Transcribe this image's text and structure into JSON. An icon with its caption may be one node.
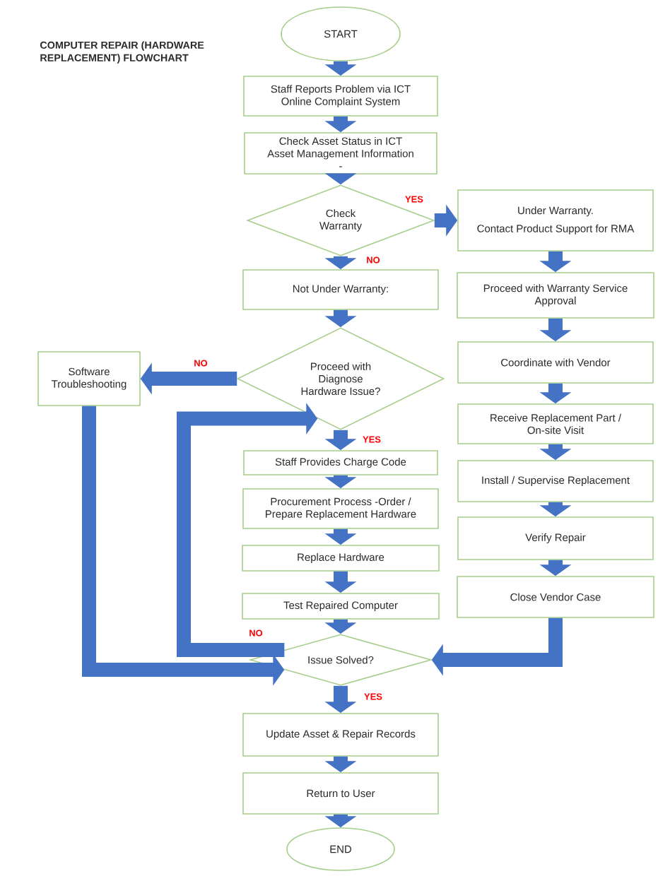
{
  "diagram": {
    "title": "COMPUTER REPAIR (HARDWARE REPLACEMENT) FLOWCHART",
    "nodes": [
      {
        "text": [
          "START"
        ]
      },
      {
        "text": [
          "Staff Reports Problem via ICT Online Complaint System"
        ]
      },
      {
        "text": [
          "Check Asset Status in ICT Asset Management Information",
          "-"
        ]
      },
      {
        "text": [
          "Check Warranty"
        ]
      },
      {
        "text": [
          "Under Warranty.",
          "Contact Product Support for RMA"
        ]
      },
      {
        "text": [
          "Not Under Warranty:"
        ]
      },
      {
        "text": [
          "Proceed with Diagnose Hardware Issue?"
        ]
      },
      {
        "text": [
          "Software Troubleshooting"
        ]
      },
      {
        "text": [
          "Staff Provides Charge Code"
        ]
      },
      {
        "text": [
          "Procurement Process -Order / Prepare Replacement Hardware"
        ]
      },
      {
        "text": [
          "Replace Hardware"
        ]
      },
      {
        "text": [
          "Test Repaired Computer"
        ]
      },
      {
        "text": [
          "Issue Solved?"
        ]
      },
      {
        "text": [
          "Update Asset & Repair Records"
        ]
      },
      {
        "text": [
          "Return to User"
        ]
      },
      {
        "text": [
          "END"
        ]
      },
      {
        "text": [
          "Proceed with Warranty Service Approval"
        ]
      },
      {
        "text": [
          "Coordinate with Vendor"
        ]
      },
      {
        "text": [
          "Receive Replacement Part / On-site Visit"
        ]
      },
      {
        "text": [
          "Install / Supervise Replacement"
        ]
      },
      {
        "text": [
          "Verify Repair"
        ]
      },
      {
        "text": [
          "Close Vendor Case"
        ]
      }
    ],
    "edges": [
      {
        "from": 0,
        "to": 1,
        "arrow": "to"
      },
      {
        "from": 1,
        "to": 2,
        "arrow": "to"
      },
      {
        "from": 2,
        "to": 3,
        "arrow": "to"
      },
      {
        "from": 3,
        "to": 4,
        "arrow": "to",
        "label": "YES"
      },
      {
        "from": 3,
        "to": 5,
        "arrow": "to",
        "label": "NO"
      },
      {
        "from": 5,
        "to": 6,
        "arrow": "to"
      },
      {
        "from": 6,
        "to": 7,
        "arrow": "to",
        "label": "NO"
      },
      {
        "from": 6,
        "to": 8,
        "arrow": "to",
        "label": "YES"
      },
      {
        "from": 8,
        "to": 9,
        "arrow": "to"
      },
      {
        "from": 9,
        "to": 10,
        "arrow": "to"
      },
      {
        "from": 10,
        "to": 11,
        "arrow": "to"
      },
      {
        "from": 11,
        "to": 12,
        "arrow": "to"
      },
      {
        "from": 12,
        "to": 13,
        "arrow": "to",
        "label": "YES"
      },
      {
        "from": 13,
        "to": 14,
        "arrow": "to"
      },
      {
        "from": 14,
        "to": 15,
        "arrow": "to"
      },
      {
        "from": 12,
        "to": 6,
        "arrow": "to",
        "label": "NO"
      },
      {
        "from": 4,
        "to": 16,
        "arrow": "to"
      },
      {
        "from": 16,
        "to": 17,
        "arrow": "to"
      },
      {
        "from": 17,
        "to": 18,
        "arrow": "to"
      },
      {
        "from": 18,
        "to": 19,
        "arrow": "to"
      },
      {
        "from": 19,
        "to": 20,
        "arrow": "to"
      },
      {
        "from": 20,
        "to": 21,
        "arrow": "to"
      },
      {
        "from": 21,
        "to": 12,
        "arrow": "to"
      },
      {
        "from": 7,
        "to": 12,
        "arrow": "to"
      }
    ]
  }
}
